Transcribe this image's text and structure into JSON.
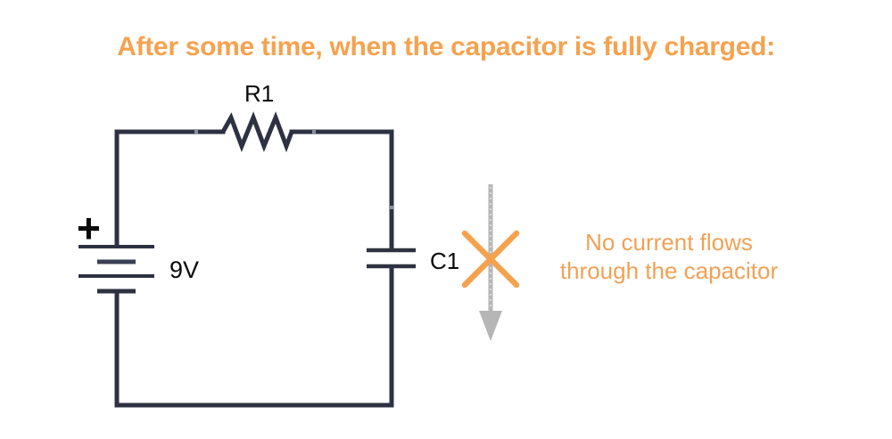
{
  "title": {
    "text": "After some time, when the capacitor is fully charged:"
  },
  "circuit": {
    "battery": {
      "polarity_label": "+",
      "voltage_label": "9V"
    },
    "resistor": {
      "label": "R1"
    },
    "capacitor": {
      "label": "C1"
    }
  },
  "annotation": {
    "line1": "No current flows",
    "line2": "through the capacitor",
    "x_icon": "x-mark-icon",
    "arrow_icon": "arrow-down-icon"
  },
  "colors": {
    "accent_orange": "#F5A24F",
    "wire_navy": "#2D3142",
    "component_label": "#0A0A0A",
    "arrow_gray": "#B6B6B6"
  }
}
